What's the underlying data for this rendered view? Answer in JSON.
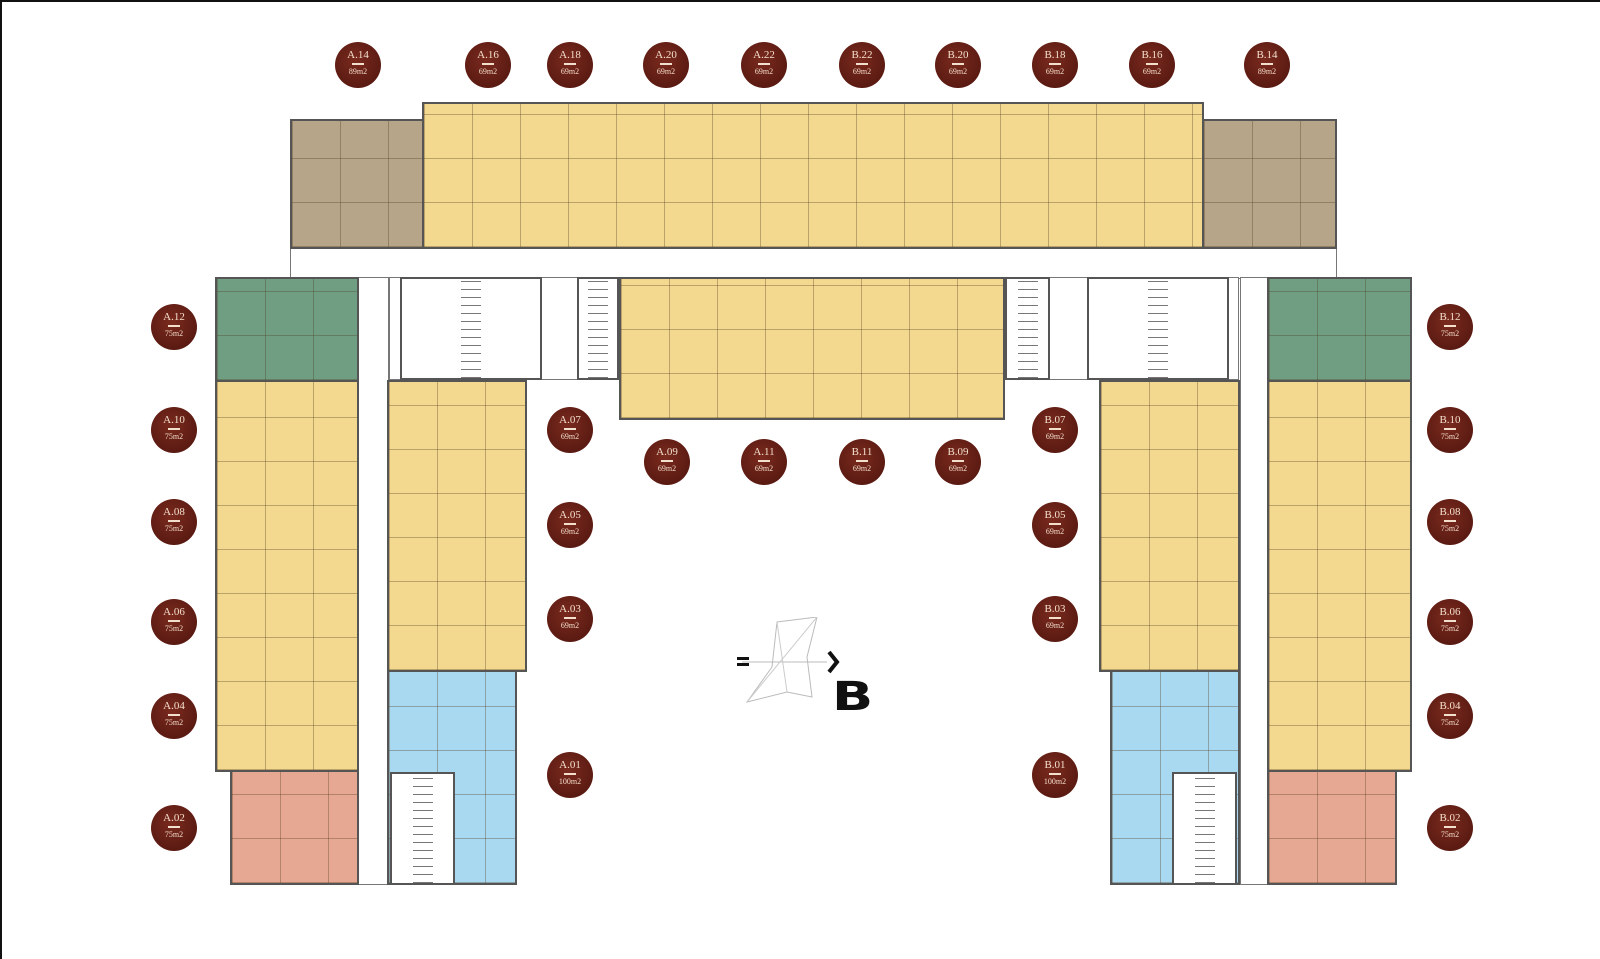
{
  "plan": {
    "wing_label": "B",
    "colors": {
      "standard": "#f3d88f",
      "corner": "#b7a58a",
      "end_green": "#6f9e82",
      "large_blue": "#a9d9f0",
      "end_salmon": "#e6a893",
      "marker": "#5a1a12"
    },
    "units": [
      {
        "label": "A.14",
        "area": "89m2"
      },
      {
        "label": "A.16",
        "area": "69m2"
      },
      {
        "label": "A.18",
        "area": "69m2"
      },
      {
        "label": "A.20",
        "area": "69m2"
      },
      {
        "label": "A.22",
        "area": "69m2"
      },
      {
        "label": "B.22",
        "area": "69m2"
      },
      {
        "label": "B.20",
        "area": "69m2"
      },
      {
        "label": "B.18",
        "area": "69m2"
      },
      {
        "label": "B.16",
        "area": "69m2"
      },
      {
        "label": "B.14",
        "area": "89m2"
      },
      {
        "label": "A.12",
        "area": "75m2"
      },
      {
        "label": "A.10",
        "area": "75m2"
      },
      {
        "label": "A.08",
        "area": "75m2"
      },
      {
        "label": "A.06",
        "area": "75m2"
      },
      {
        "label": "A.04",
        "area": "75m2"
      },
      {
        "label": "A.02",
        "area": "75m2"
      },
      {
        "label": "A.07",
        "area": "69m2"
      },
      {
        "label": "A.05",
        "area": "69m2"
      },
      {
        "label": "A.03",
        "area": "69m2"
      },
      {
        "label": "A.01",
        "area": "100m2"
      },
      {
        "label": "A.09",
        "area": "69m2"
      },
      {
        "label": "A.11",
        "area": "69m2"
      },
      {
        "label": "B.11",
        "area": "69m2"
      },
      {
        "label": "B.09",
        "area": "69m2"
      },
      {
        "label": "B.07",
        "area": "69m2"
      },
      {
        "label": "B.05",
        "area": "69m2"
      },
      {
        "label": "B.03",
        "area": "69m2"
      },
      {
        "label": "B.01",
        "area": "100m2"
      },
      {
        "label": "B.12",
        "area": "75m2"
      },
      {
        "label": "B.10",
        "area": "75m2"
      },
      {
        "label": "B.08",
        "area": "75m2"
      },
      {
        "label": "B.06",
        "area": "75m2"
      },
      {
        "label": "B.04",
        "area": "75m2"
      },
      {
        "label": "B.02",
        "area": "75m2"
      }
    ]
  }
}
